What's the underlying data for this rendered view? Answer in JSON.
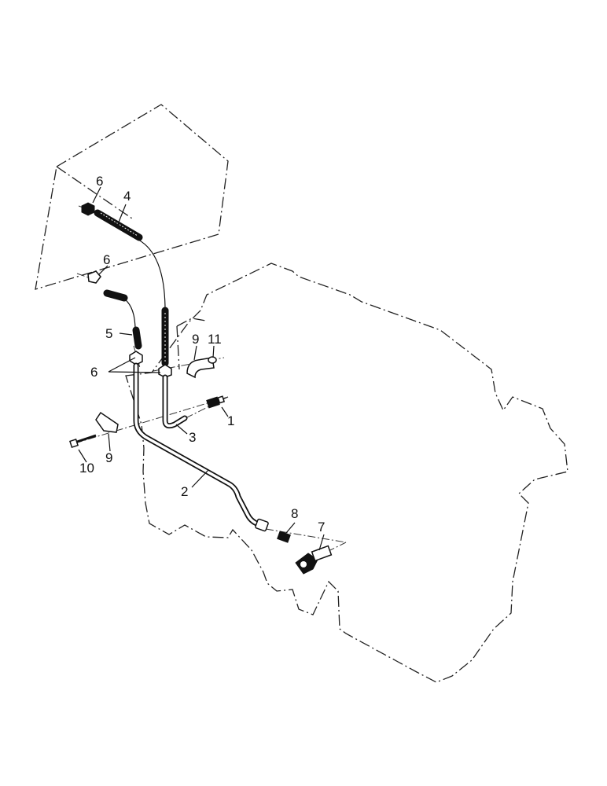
{
  "callouts": [
    {
      "id": "c1",
      "text": "1"
    },
    {
      "id": "c2",
      "text": "2"
    },
    {
      "id": "c3",
      "text": "3"
    },
    {
      "id": "c4",
      "text": "4"
    },
    {
      "id": "c5",
      "text": "5"
    },
    {
      "id": "c6a",
      "text": "6"
    },
    {
      "id": "c6b",
      "text": "6"
    },
    {
      "id": "c6c",
      "text": "6"
    },
    {
      "id": "c7",
      "text": "7"
    },
    {
      "id": "c8",
      "text": "8"
    },
    {
      "id": "c9a",
      "text": "9"
    },
    {
      "id": "c9b",
      "text": "9"
    },
    {
      "id": "c10",
      "text": "10"
    },
    {
      "id": "c11",
      "text": "11"
    }
  ]
}
